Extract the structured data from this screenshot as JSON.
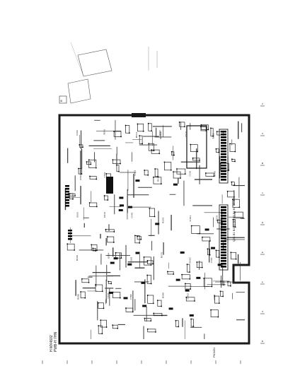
{
  "page": {
    "background": "#ffffff"
  },
  "board": {
    "title_line1": "H MX4602",
    "title_line2": "PWB-H 7HN",
    "board_id": "PK3451",
    "connector_legend": "Q21 B1 B2 B3 B4 B5 B6 B7 B8 B9",
    "colors": {
      "board": "#1a1a1a",
      "trace": "#3a3a3a",
      "pad": "#000000",
      "paper": "#ffffff"
    }
  },
  "components": {
    "labels": [
      "C502",
      "R501",
      "R510",
      "Q501",
      "C510",
      "R520",
      "D501",
      "C520",
      "Q502",
      "R530",
      "C530",
      "R540",
      "Q503",
      "D510",
      "C540",
      "R550",
      "IC501",
      "C550",
      "R560",
      "Q504",
      "C560",
      "R570",
      "D520",
      "C570",
      "R580",
      "Q505",
      "C580",
      "R590",
      "IC502",
      "C590"
    ]
  },
  "assembly_note": {
    "ref": "B"
  },
  "margin_marks": [
    "S",
    "A",
    "B",
    "C",
    "D",
    "E",
    "F",
    "G",
    "H"
  ]
}
